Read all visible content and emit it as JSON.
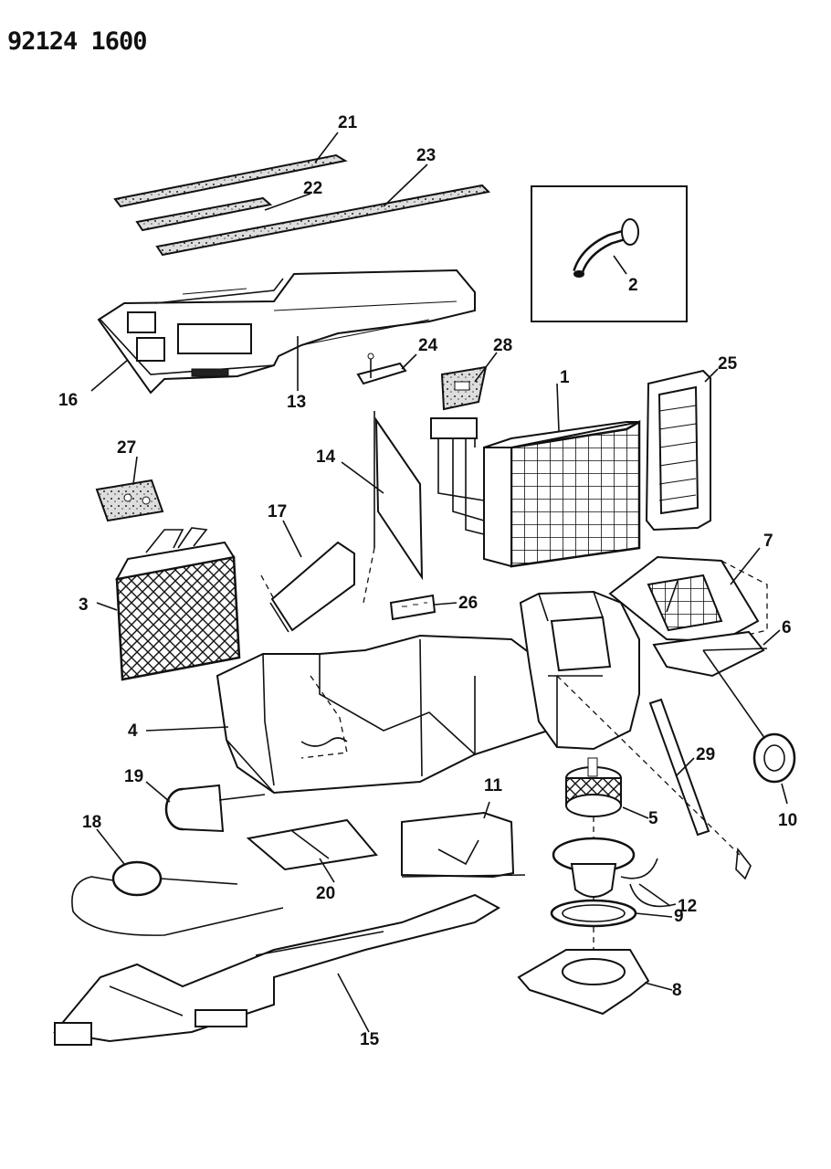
{
  "header": {
    "code": "92124 1600"
  },
  "callouts": [
    {
      "id": "1",
      "text": "1"
    },
    {
      "id": "2",
      "text": "2"
    },
    {
      "id": "3",
      "text": "3"
    },
    {
      "id": "4",
      "text": "4"
    },
    {
      "id": "5",
      "text": "5"
    },
    {
      "id": "6",
      "text": "6"
    },
    {
      "id": "7",
      "text": "7"
    },
    {
      "id": "8",
      "text": "8"
    },
    {
      "id": "9",
      "text": "9"
    },
    {
      "id": "10",
      "text": "10"
    },
    {
      "id": "11",
      "text": "11"
    },
    {
      "id": "12",
      "text": "12"
    },
    {
      "id": "13",
      "text": "13"
    },
    {
      "id": "14",
      "text": "14"
    },
    {
      "id": "15",
      "text": "15"
    },
    {
      "id": "16",
      "text": "16"
    },
    {
      "id": "17",
      "text": "17"
    },
    {
      "id": "18",
      "text": "18"
    },
    {
      "id": "19",
      "text": "19"
    },
    {
      "id": "20",
      "text": "20"
    },
    {
      "id": "21",
      "text": "21"
    },
    {
      "id": "22",
      "text": "22"
    },
    {
      "id": "23",
      "text": "23"
    },
    {
      "id": "24",
      "text": "24"
    },
    {
      "id": "25",
      "text": "25"
    },
    {
      "id": "26",
      "text": "26"
    },
    {
      "id": "27",
      "text": "27"
    },
    {
      "id": "28",
      "text": "28"
    },
    {
      "id": "29",
      "text": "29"
    }
  ]
}
